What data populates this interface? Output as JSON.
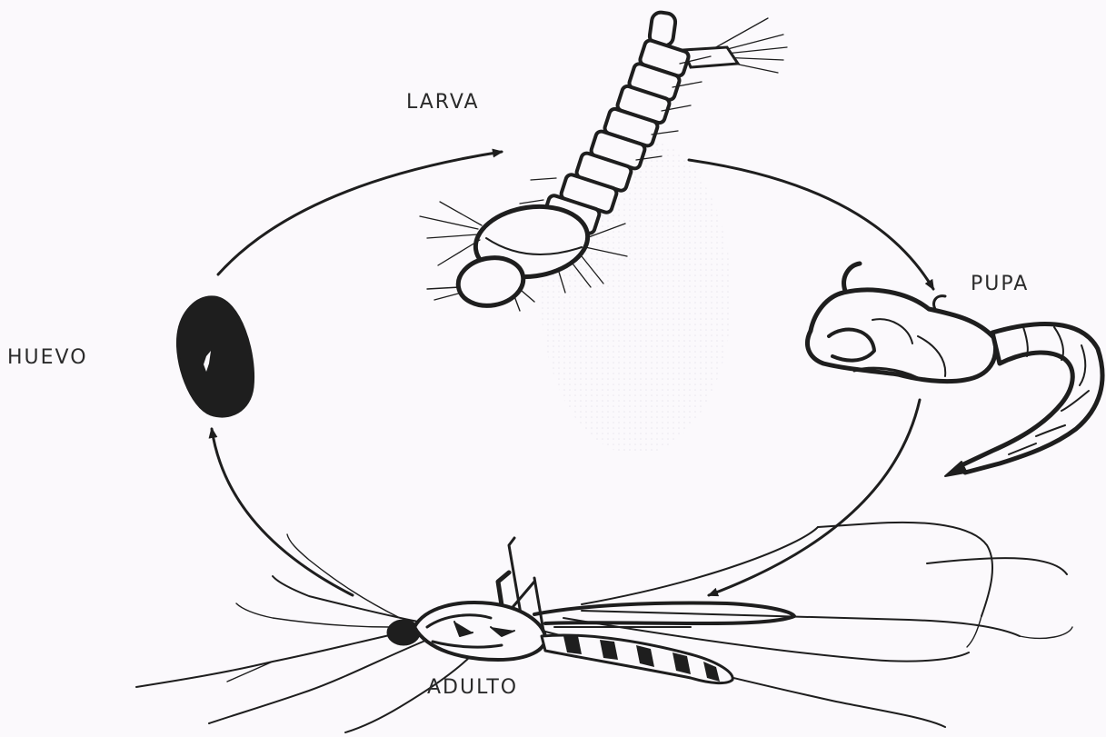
{
  "diagram": {
    "stages": {
      "larva": {
        "label": "LARVA",
        "icon": "larva-illustration"
      },
      "pupa": {
        "label": "PUPA",
        "icon": "pupa-illustration"
      },
      "huevo": {
        "label": "HUEVO",
        "icon": "egg-illustration"
      },
      "adulto": {
        "label": "ADULTO",
        "icon": "mosquito-illustration"
      }
    },
    "cycle_order": [
      "huevo",
      "larva",
      "pupa",
      "adulto"
    ],
    "colors": {
      "ink": "#1e1e1e",
      "background": "#fbf9fc",
      "label": "#2b2b2b"
    }
  }
}
